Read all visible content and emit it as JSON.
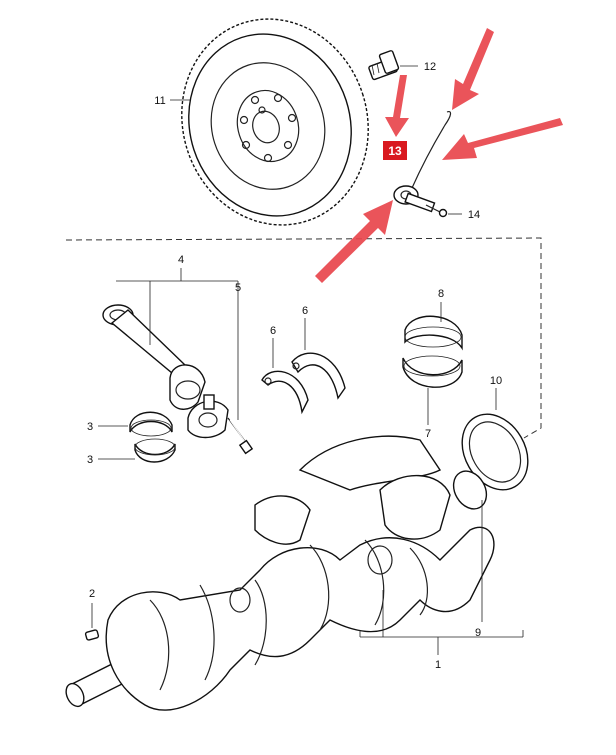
{
  "callouts": {
    "c1": "1",
    "c2": "2",
    "c3a": "3",
    "c3b": "3",
    "c4": "4",
    "c5": "5",
    "c6a": "6",
    "c6b": "6",
    "c7": "7",
    "c8": "8",
    "c9": "9",
    "c10": "10",
    "c11": "11",
    "c12": "12",
    "c13": "13",
    "c14": "14"
  },
  "colors": {
    "highlight": "#d9191f",
    "arrows": "#e8454c"
  }
}
